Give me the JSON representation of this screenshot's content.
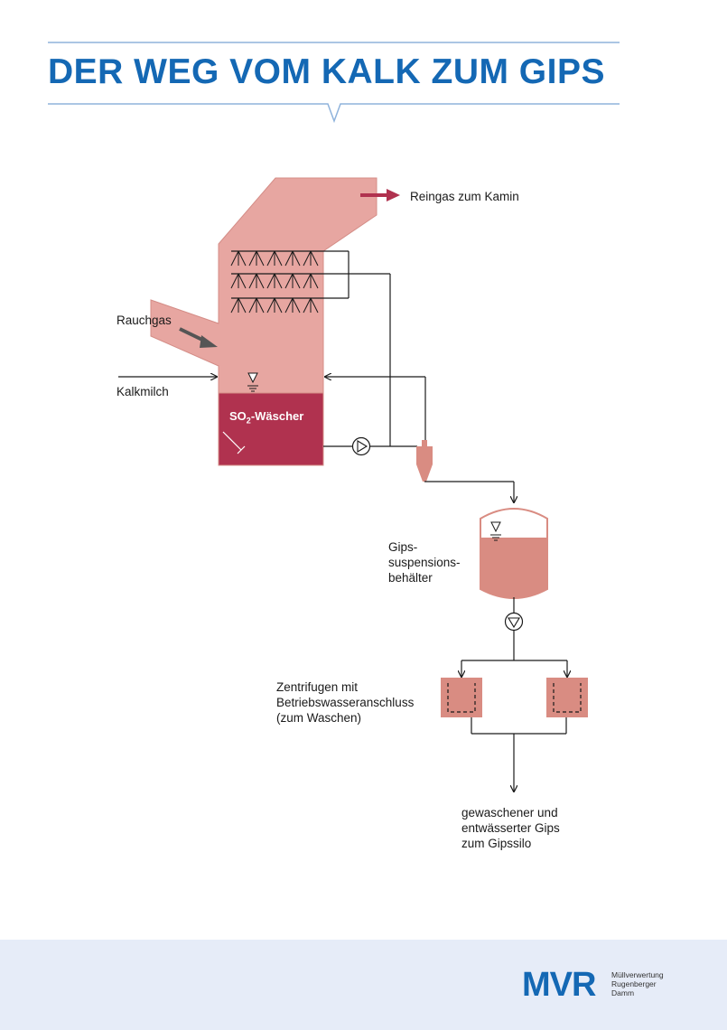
{
  "header": {
    "title": "DER WEG VOM KALK ZUM GIPS"
  },
  "diagram": {
    "labels": {
      "reingas": "Reingas zum Kamin",
      "rauchgas": "Rauchgas",
      "kalkmilch": "Kalkmilch",
      "scrubber_prefix": "SO",
      "scrubber_sub": "2",
      "scrubber_suffix": "-Wäscher",
      "tank_line1": "Gips-",
      "tank_line2": "suspensions-",
      "tank_line3": "behälter",
      "centrifuge_line1": "Zentrifugen mit",
      "centrifuge_line2": "Betriebswasseranschluss",
      "centrifuge_line3": "(zum Waschen)",
      "output_line1": "gewaschener und",
      "output_line2": "entwässerter Gips",
      "output_line3": "zum Gipssilo"
    },
    "colors": {
      "gas_duct": "#e7a6a1",
      "scrubber_liquid": "#b0324f",
      "tank": "#d98c82",
      "arrow_red": "#b0324f",
      "arrow_grey": "#555555",
      "line": "#1a1a1a",
      "title_blue": "#1468b4"
    }
  },
  "footer": {
    "logo": "MVR",
    "company_line1": "Müllverwertung",
    "company_line2": "Rugenberger",
    "company_line3": "Damm"
  }
}
